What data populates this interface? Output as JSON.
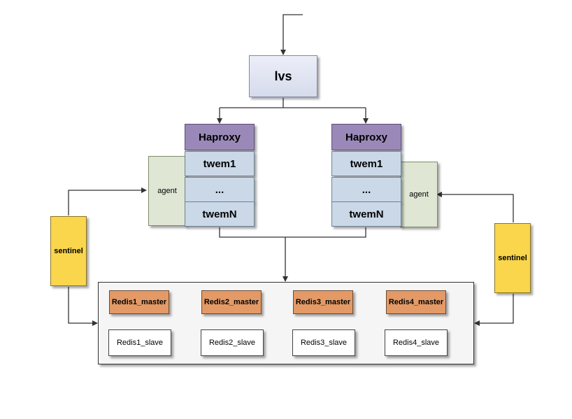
{
  "diagram": {
    "entry": {
      "label": "lvs"
    },
    "proxies": [
      {
        "header": "Haproxy",
        "items": [
          "twem1",
          "...",
          "twemN"
        ],
        "agent": "agent"
      },
      {
        "header": "Haproxy",
        "items": [
          "twem1",
          "...",
          "twemN"
        ],
        "agent": "agent"
      }
    ],
    "sentinels": [
      "sentinel",
      "sentinel"
    ],
    "redis_pairs": [
      {
        "master": "Redis1_master",
        "slave": "Redis1_slave"
      },
      {
        "master": "Redis2_master",
        "slave": "Redis2_slave"
      },
      {
        "master": "Redis3_master",
        "slave": "Redis3_slave"
      },
      {
        "master": "Redis4_master",
        "slave": "Redis4_slave"
      }
    ]
  }
}
